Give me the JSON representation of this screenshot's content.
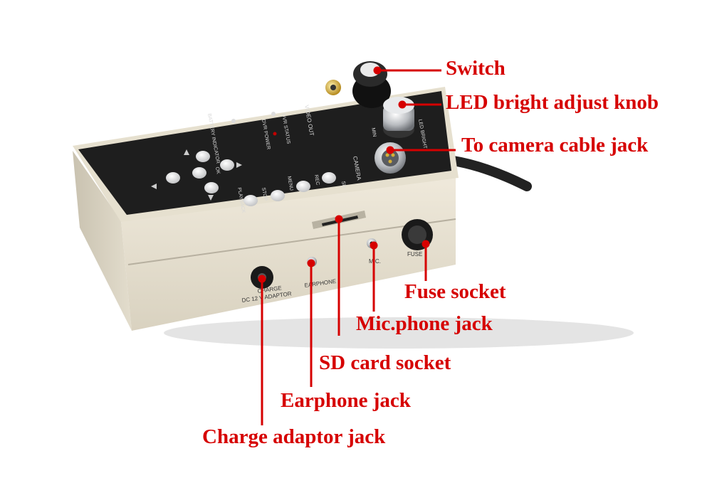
{
  "callouts": {
    "switch": "Switch",
    "led_knob": "LED bright adjust knob",
    "camera_jack": "To camera cable jack",
    "fuse_socket": "Fuse socket",
    "mic_jack": "Mic.phone jack",
    "sd_socket": "SD card socket",
    "earphone_jack": "Earphone jack",
    "charge_jack": "Charge adaptor jack"
  },
  "panel_labels": {
    "video_out": "VIDEO OUT",
    "led_bright": "LED BRIGHT",
    "min": "MIN",
    "camera": "CAMERA",
    "battery_indicator": "BATTERY INDICATOR",
    "dvr_status": "DVR STATUS",
    "dvr_power": "DVR POWER",
    "ok": "OK",
    "menu": "MENU",
    "rec": "REC",
    "sd": "SD",
    "stop": "STOP",
    "playback": "PLAYBACK",
    "earphone": "EARPHONE",
    "mic": "M.C.",
    "fuse": "FUSE",
    "charge": "CHARGE",
    "dc_adaptor": "DC 12 V ADAPTOR"
  },
  "colors": {
    "callout": "#d60000",
    "body": "#e8e2d2",
    "panel": "#1e1e1e"
  }
}
